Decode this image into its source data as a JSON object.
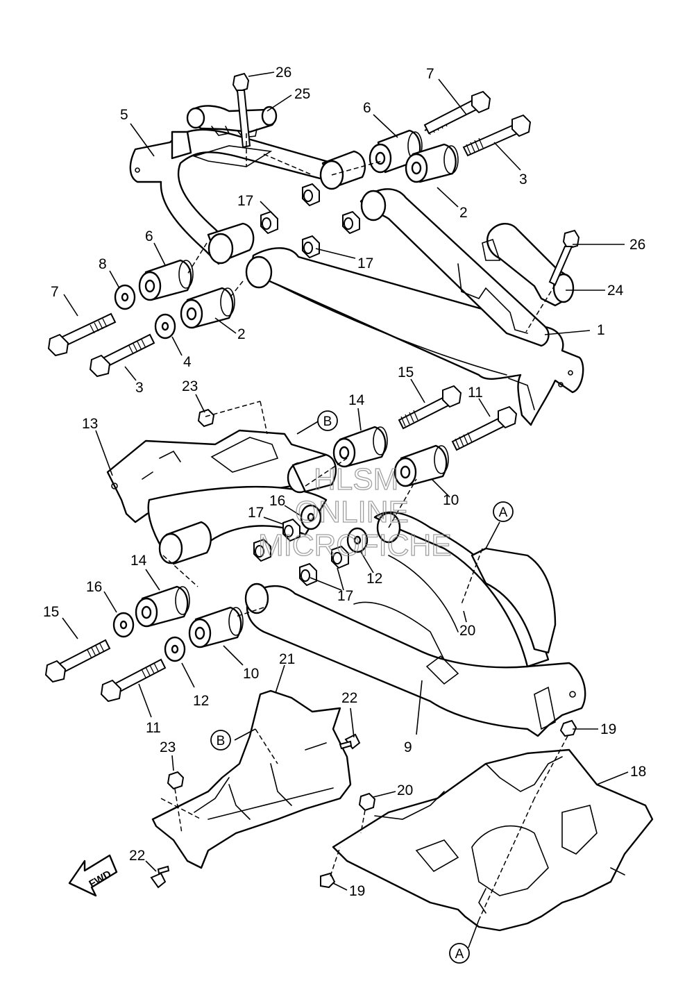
{
  "callouts": [
    {
      "id": "c26a",
      "text": "26"
    },
    {
      "id": "c25",
      "text": "25"
    },
    {
      "id": "c7a",
      "text": "7"
    },
    {
      "id": "c6a",
      "text": "6"
    },
    {
      "id": "c5",
      "text": "5"
    },
    {
      "id": "c3a",
      "text": "3"
    },
    {
      "id": "c17a",
      "text": "17"
    },
    {
      "id": "c2a",
      "text": "2"
    },
    {
      "id": "c26b",
      "text": "26"
    },
    {
      "id": "c6b",
      "text": "6"
    },
    {
      "id": "c8",
      "text": "8"
    },
    {
      "id": "c17b",
      "text": "17"
    },
    {
      "id": "c24",
      "text": "24"
    },
    {
      "id": "c7b",
      "text": "7"
    },
    {
      "id": "c1",
      "text": "1"
    },
    {
      "id": "c2b",
      "text": "2"
    },
    {
      "id": "c4",
      "text": "4"
    },
    {
      "id": "c3b",
      "text": "3"
    },
    {
      "id": "c15a",
      "text": "15"
    },
    {
      "id": "c23a",
      "text": "23"
    },
    {
      "id": "c14a",
      "text": "14"
    },
    {
      "id": "c11a",
      "text": "11"
    },
    {
      "id": "c13",
      "text": "13"
    },
    {
      "id": "c10a",
      "text": "10"
    },
    {
      "id": "c16a",
      "text": "16"
    },
    {
      "id": "c17c",
      "text": "17"
    },
    {
      "id": "c12a",
      "text": "12"
    },
    {
      "id": "c17d",
      "text": "17"
    },
    {
      "id": "c14b",
      "text": "14"
    },
    {
      "id": "c16b",
      "text": "16"
    },
    {
      "id": "c15b",
      "text": "15"
    },
    {
      "id": "c20a",
      "text": "20"
    },
    {
      "id": "c10b",
      "text": "10"
    },
    {
      "id": "c21",
      "text": "21"
    },
    {
      "id": "c12b",
      "text": "12"
    },
    {
      "id": "c22a",
      "text": "22"
    },
    {
      "id": "c11b",
      "text": "11"
    },
    {
      "id": "c9",
      "text": "9"
    },
    {
      "id": "c19a",
      "text": "19"
    },
    {
      "id": "c23b",
      "text": "23"
    },
    {
      "id": "c18",
      "text": "18"
    },
    {
      "id": "c20b",
      "text": "20"
    },
    {
      "id": "c22b",
      "text": "22"
    },
    {
      "id": "c19b",
      "text": "19"
    }
  ],
  "references": {
    "a_top": "A",
    "b_top": "B",
    "b_bottom": "B",
    "a_bottom": "A"
  },
  "fwd_label": "FWD",
  "watermark": {
    "line1": "HLSM",
    "line2": "ONLINE",
    "line3": "MICROFICHE"
  }
}
